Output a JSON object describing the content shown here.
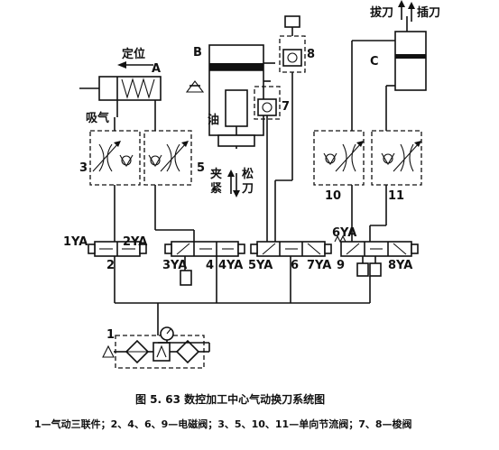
{
  "labels": {
    "dingwei": "定位",
    "A": "A",
    "B": "B",
    "C": "C",
    "xiqi": "吸气",
    "you": "油",
    "ba_dao": "拔刀",
    "cha_dao": "插刀",
    "jia": "夹",
    "jin": "紧",
    "song": "松",
    "dao": "刀",
    "n1": "1",
    "n2": "2",
    "n3": "3",
    "n4": "4",
    "n5": "5",
    "n6": "6",
    "n7": "7",
    "n8": "8",
    "n9": "9",
    "n10": "10",
    "n11": "11",
    "ya1": "1YA",
    "ya2": "2YA",
    "ya3": "3YA",
    "ya4": "4YA",
    "ya5": "5YA",
    "ya6": "6YA",
    "ya7": "7YA",
    "ya8": "8YA"
  },
  "caption": "图 5. 63    数控加工中心气动换刀系统图",
  "legend": "1—气动三联件；2、4、6、9—电磁阀；3、5、10、11—单向节流阀；7、8—梭阀"
}
